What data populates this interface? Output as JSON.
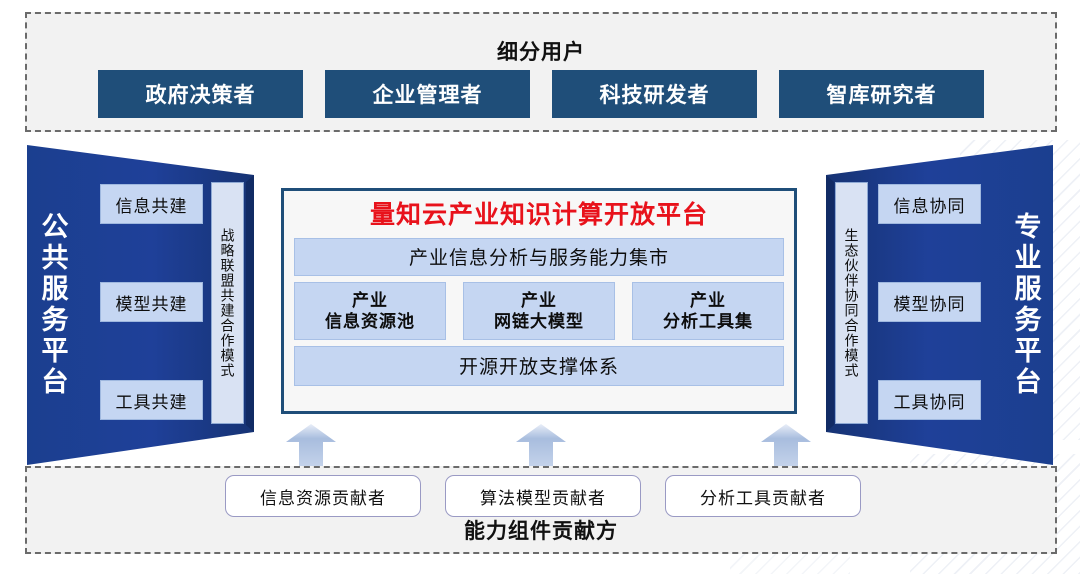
{
  "colors": {
    "dark_blue": "#1f4e79",
    "wing_blue": "#1f4099",
    "light_blue_box": "#c5d6f2",
    "mode_strip": "#d9e2f3",
    "panel_border": "#1f4e79",
    "title_red": "#e8121b",
    "dashed_gray": "#6b6b6b",
    "panel_fill": "#f2f2f2"
  },
  "segment_users": {
    "title": "细分用户",
    "chips": [
      {
        "label": "政府决策者"
      },
      {
        "label": "企业管理者"
      },
      {
        "label": "科技研发者"
      },
      {
        "label": "智库研究者"
      }
    ]
  },
  "left_wing": {
    "title": "公共服务平台",
    "mode_strip": "战略联盟共建合作模式",
    "items": [
      {
        "label": "信息共建"
      },
      {
        "label": "模型共建"
      },
      {
        "label": "工具共建"
      }
    ]
  },
  "right_wing": {
    "title": "专业服务平台",
    "mode_strip": "生态伙伴协同合作模式",
    "items": [
      {
        "label": "信息协同"
      },
      {
        "label": "模型协同"
      },
      {
        "label": "工具协同"
      }
    ]
  },
  "platform": {
    "title": "量知云产业知识计算开放平台",
    "marketplace": "产业信息分析与服务能力集市",
    "capabilities": [
      {
        "line1": "产业",
        "line2": "信息资源池"
      },
      {
        "line1": "产业",
        "line2": "网链大模型"
      },
      {
        "line1": "产业",
        "line2": "分析工具集"
      }
    ],
    "foundation": "开源开放支撑体系"
  },
  "arrows": [
    {
      "name": "arrow-up-left"
    },
    {
      "name": "arrow-up-middle"
    },
    {
      "name": "arrow-up-right"
    }
  ],
  "contributors": {
    "title": "能力组件贡献方",
    "chips": [
      {
        "label": "信息资源贡献者"
      },
      {
        "label": "算法模型贡献者"
      },
      {
        "label": "分析工具贡献者"
      }
    ]
  }
}
